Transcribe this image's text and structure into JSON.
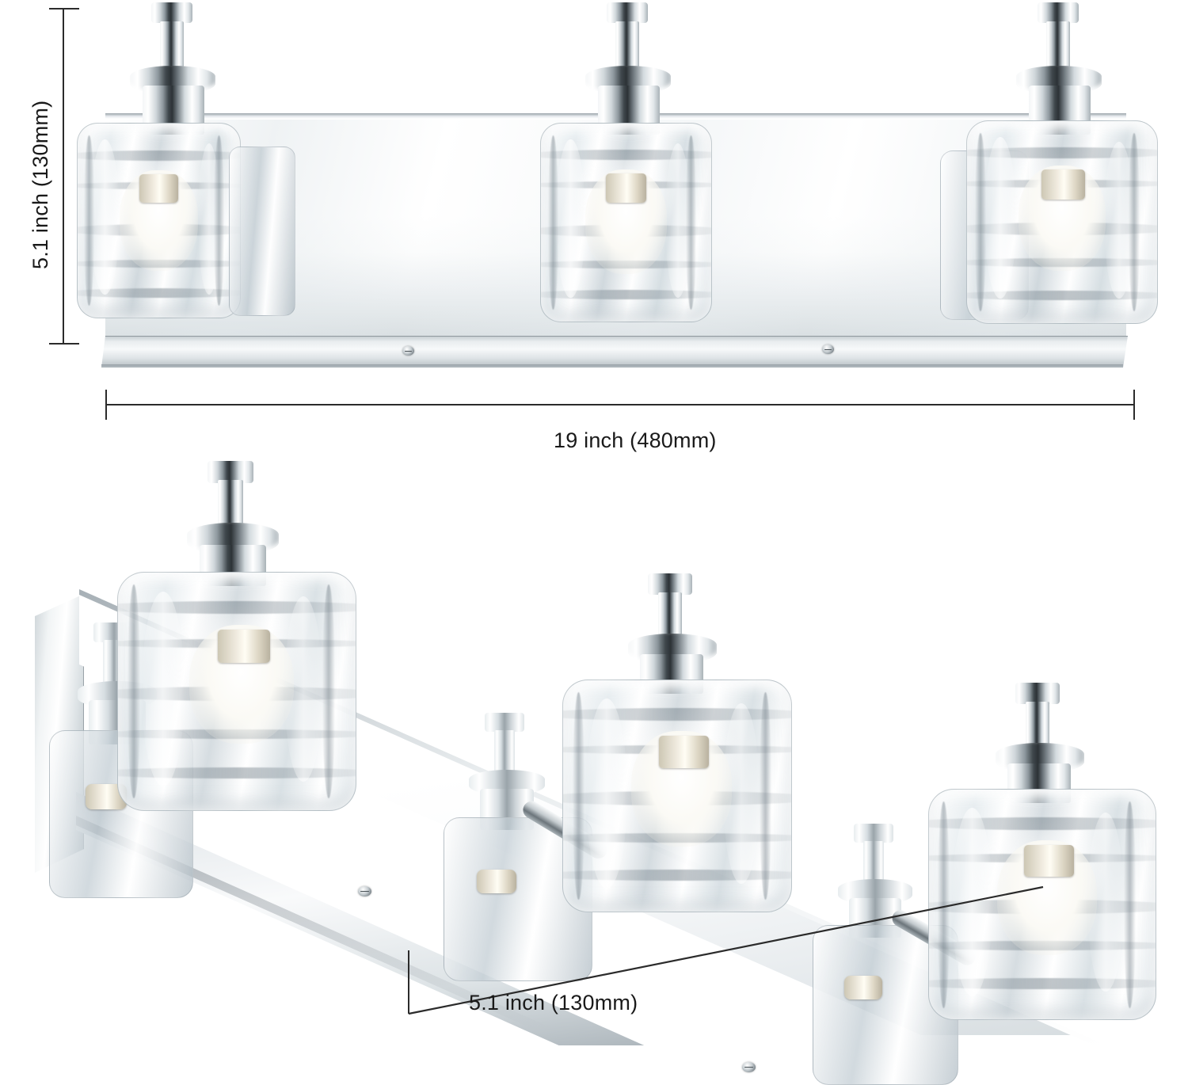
{
  "diagram": {
    "type": "product-dimension-diagram",
    "product": "3-light chrome bathroom vanity light with ice-cube glass shades",
    "background_color": "#ffffff",
    "line_color": "#2b2b2b",
    "text_color": "#1a1a1a"
  },
  "views": {
    "top": {
      "name": "front-elevation-view",
      "light_count": 3,
      "shades": [
        {
          "index": 1,
          "position": "left"
        },
        {
          "index": 2,
          "position": "center"
        },
        {
          "index": 3,
          "position": "right"
        }
      ],
      "backplate": {
        "screws": 2
      }
    },
    "bottom": {
      "name": "angled-perspective-view",
      "light_count": 3,
      "shades": [
        {
          "index": 1,
          "position": "left"
        },
        {
          "index": 2,
          "position": "center"
        },
        {
          "index": 3,
          "position": "right"
        }
      ],
      "backplate": {
        "screws": 2
      }
    }
  },
  "dimensions": {
    "height": {
      "id": "height-dimension",
      "label": "5.1 inch (130mm)",
      "value_inch": 5.1,
      "value_mm": 130,
      "orientation": "vertical",
      "applies_to": "fixture-height"
    },
    "width": {
      "id": "width-dimension",
      "label": "19 inch (480mm)",
      "value_inch": 19,
      "value_mm": 480,
      "orientation": "horizontal",
      "applies_to": "fixture-width"
    },
    "depth": {
      "id": "depth-dimension",
      "label": "5.1 inch (130mm)",
      "value_inch": 5.1,
      "value_mm": 130,
      "orientation": "angled-leader",
      "applies_to": "fixture-extension-from-wall"
    }
  }
}
